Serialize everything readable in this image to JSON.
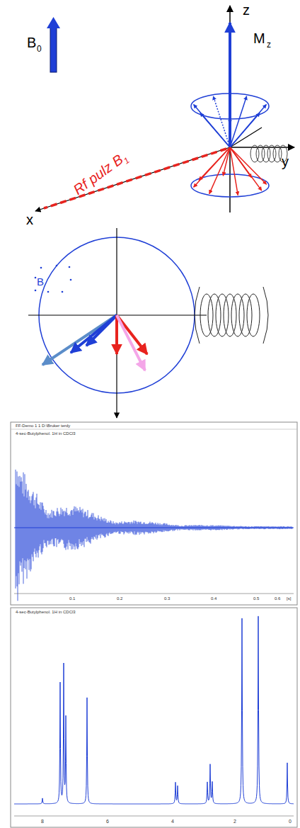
{
  "diagram": {
    "labels": [
      "B",
      "0",
      "z",
      "M",
      "z",
      "y",
      "Rf pulz B",
      "1",
      "x",
      "B",
      "FF-Demo 1 1 D:\\Bruker terdy",
      "4-sec-Butylphenol. 1H in CDCl3",
      "0.1",
      "0.2",
      "0.3",
      "0.4",
      "0.5",
      "0.6",
      "[s]",
      "4-sec-Butylphenol. 1H in CDCl3",
      "8",
      "6",
      "4",
      "2",
      "0"
    ]
  }
}
